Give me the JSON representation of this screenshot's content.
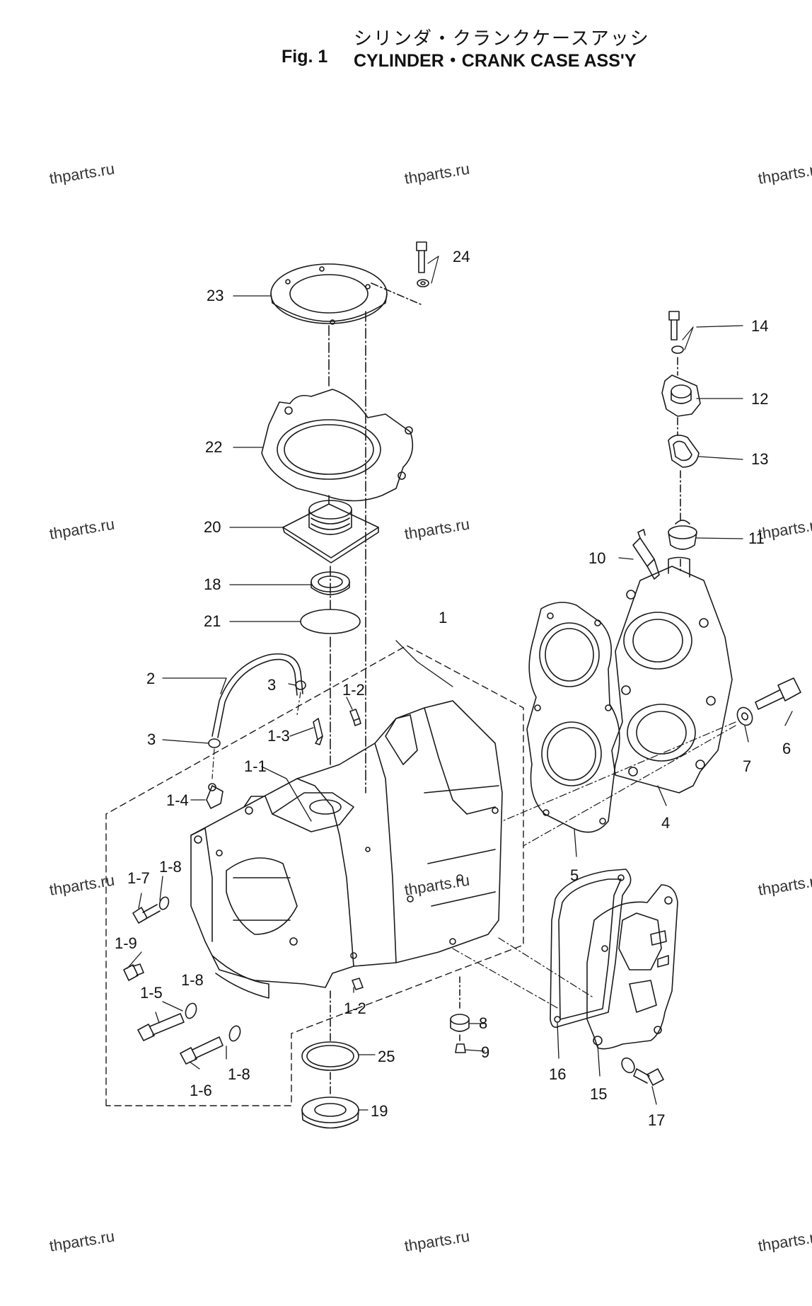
{
  "title": {
    "japanese": "シリンダ・クランクケースアッシ",
    "fig": "Fig. 1",
    "english": "CYLINDER・CRANK CASE ASS'Y"
  },
  "watermark": "thparts.ru",
  "part_labels": {
    "p1": "1",
    "p1_1": "1-1",
    "p1_2a": "1-2",
    "p1_2b": "1-2",
    "p1_3": "1-3",
    "p1_4": "1-4",
    "p1_5": "1-5",
    "p1_6": "1-6",
    "p1_7": "1-7",
    "p1_8a": "1-8",
    "p1_8b": "1-8",
    "p1_8c": "1-8",
    "p1_9": "1-9",
    "p2": "2",
    "p3a": "3",
    "p3b": "3",
    "p4": "4",
    "p5": "5",
    "p6": "6",
    "p7": "7",
    "p8": "8",
    "p9": "9",
    "p10": "10",
    "p11": "11",
    "p12": "12",
    "p13": "13",
    "p14": "14",
    "p15": "15",
    "p16": "16",
    "p17": "17",
    "p18": "18",
    "p19": "19",
    "p20": "20",
    "p21": "21",
    "p22": "22",
    "p23": "23",
    "p24": "24",
    "p25": "25"
  },
  "colors": {
    "line": "#1a1a1a",
    "paper": "#ffffff"
  }
}
